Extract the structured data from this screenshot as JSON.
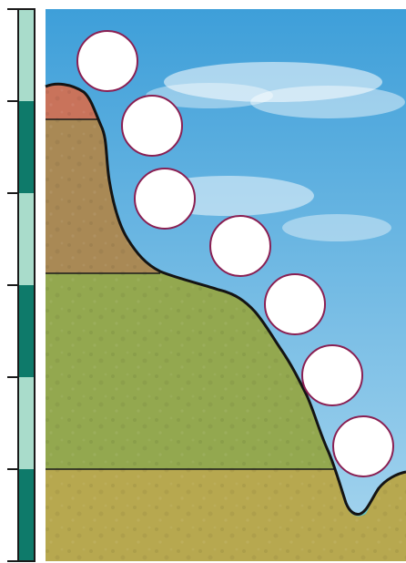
{
  "figure": {
    "scale_bar": {
      "segments": 6,
      "colors": [
        "#a9dccb",
        "#0e7a6a"
      ]
    },
    "layers": [
      {
        "name": "summit-cap",
        "color": "#c9735b"
      },
      {
        "name": "upper-brown-layer",
        "color": "#a98955"
      },
      {
        "name": "middle-green-layer",
        "color": "#93a84f"
      },
      {
        "name": "lower-yellow-layer",
        "color": "#b7a84f"
      }
    ],
    "pool_color": "#5fc3c4",
    "sky_colors": {
      "top": "#3e9fd9",
      "bottom": "#a8d6ef"
    },
    "blank_circles": {
      "count": 7,
      "fill": "#ffffff",
      "stroke": "#8a1f52"
    }
  }
}
